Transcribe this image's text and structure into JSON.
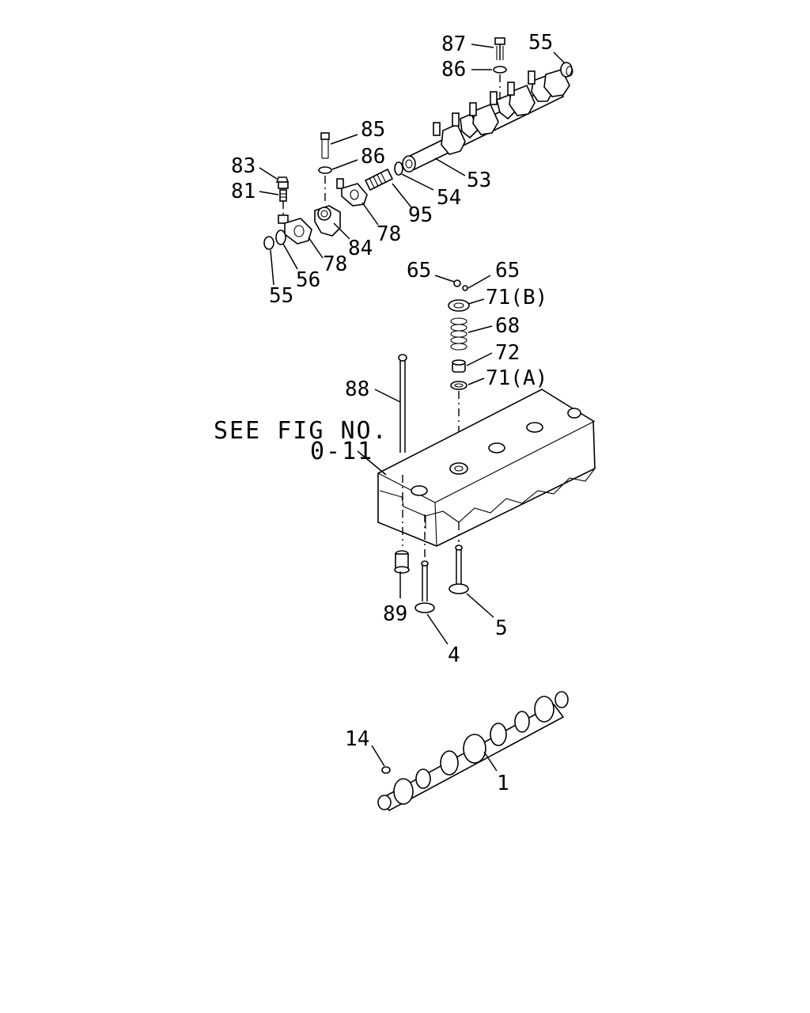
{
  "diagram": {
    "note_line1": "SEE FIG NO.",
    "note_line2": "0-11",
    "callouts": {
      "c87": "87",
      "c86a": "86",
      "c55a": "55",
      "c85": "85",
      "c86b": "86",
      "c83": "83",
      "c81": "81",
      "c53": "53",
      "c54": "54",
      "c95": "95",
      "c78a": "78",
      "c84": "84",
      "c78b": "78",
      "c56": "56",
      "c55b": "55",
      "c65a": "65",
      "c65b": "65",
      "c71b": "71(B)",
      "c68": "68",
      "c72": "72",
      "c71a": "71(A)",
      "c88": "88",
      "c89": "89",
      "c4": "4",
      "c5": "5",
      "c14": "14",
      "c1": "1"
    },
    "parts": [
      "bolt",
      "washer",
      "cap",
      "rocker-arm-shaft",
      "spring",
      "bracket",
      "rocker-arm",
      "adjusting-screw",
      "nut",
      "valve-collet",
      "valve-spring-upper-seat",
      "valve-spring",
      "valve-stem-seal",
      "valve-spring-lower-seat",
      "push-rod",
      "cylinder-head",
      "tappet",
      "intake-valve",
      "exhaust-valve",
      "camshaft",
      "key"
    ]
  }
}
